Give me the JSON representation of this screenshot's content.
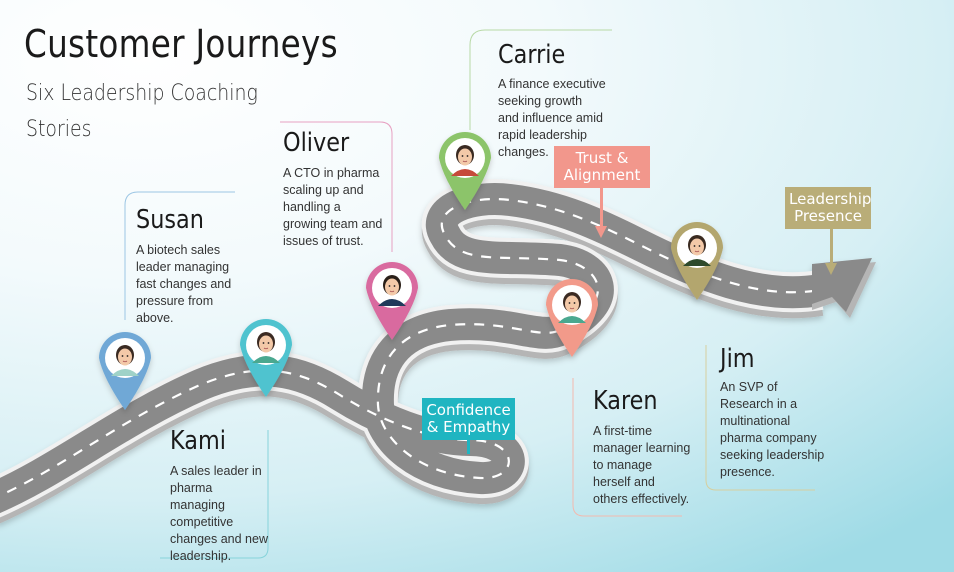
{
  "header": {
    "title": "Customer Journeys",
    "subtitle": "Six Leadership Coaching Stories"
  },
  "people": [
    {
      "id": "susan",
      "name": "Susan",
      "desc": "A biotech sales leader managing fast changes and pressure from above.",
      "color": "#6fa8d6"
    },
    {
      "id": "kami",
      "name": "Kami",
      "desc": "A sales leader in pharma managing competitive changes and new leadership.",
      "color": "#4fc3cf"
    },
    {
      "id": "oliver",
      "name": "Oliver",
      "desc": "A CTO in pharma scaling up and handling a growing team and issues of trust.",
      "color": "#d96b9f"
    },
    {
      "id": "carrie",
      "name": "Carrie",
      "desc": "A finance executive seeking growth and influence amid rapid leadership changes.",
      "color": "#8cc46a"
    },
    {
      "id": "karen",
      "name": "Karen",
      "desc": "A first-time manager learning to manage herself and others effectively.",
      "color": "#f29a8a"
    },
    {
      "id": "jim",
      "name": "Jim",
      "desc": "An SVP of Research in a multinational pharma company seeking leadership presence.",
      "color": "#b3a66e"
    }
  ],
  "signs": [
    {
      "id": "confidence",
      "label": "Confidence & Empathy",
      "color": "#1fb5c1"
    },
    {
      "id": "trust",
      "label": "Trust & Alignment",
      "color": "#f2978c"
    },
    {
      "id": "presence",
      "label": "Leadership Presence",
      "color": "#b9ad78"
    }
  ]
}
